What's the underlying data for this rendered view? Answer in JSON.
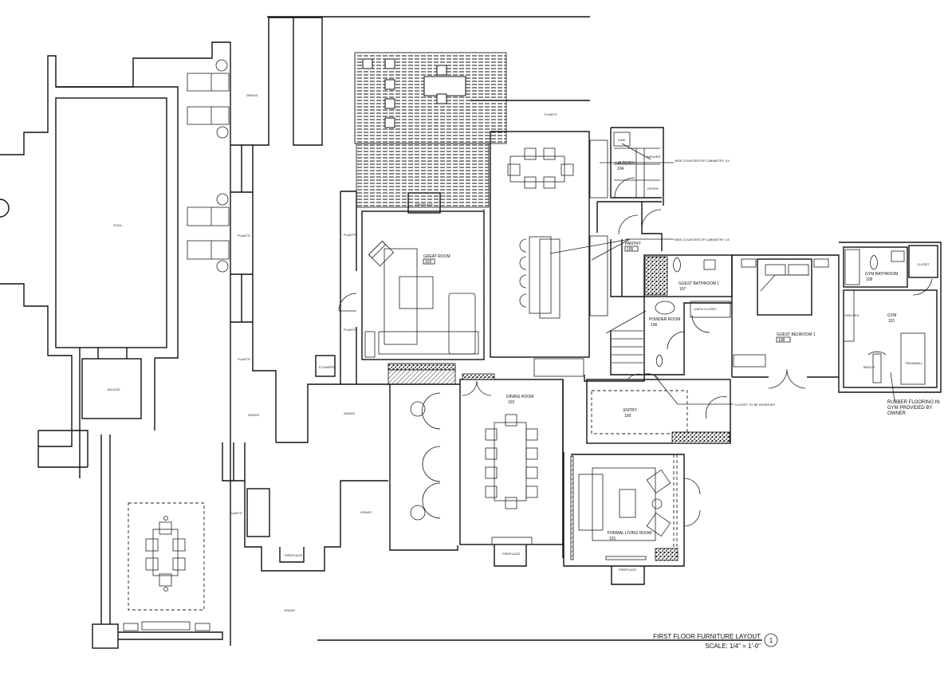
{
  "drawing": {
    "title": "FIRST FLOOR FURNITURE LAYOUT",
    "scale": "SCALE: 1/4\" = 1'-0\"",
    "callout_number": "1"
  },
  "rooms": {
    "great_room": {
      "name": "GREAT ROOM",
      "number": "103"
    },
    "laundry": {
      "name": "LAUNDRY",
      "number": "104"
    },
    "pantry": {
      "name": "PANTRY",
      "number": "105"
    },
    "powder_room": {
      "name": "POWDER ROOM",
      "number": "106"
    },
    "guest_bathroom": {
      "name": "GUEST BATHROOM 1",
      "number": "107"
    },
    "guest_bedroom": {
      "name": "GUEST BEDROOM 1",
      "number": "108"
    },
    "gym_bathroom": {
      "name": "GYM BATHROOM",
      "number": "109"
    },
    "gym": {
      "name": "GYM",
      "number": "110"
    },
    "dining_room": {
      "name": "DINING ROOM",
      "number": "102"
    },
    "entry": {
      "name": "ENTRY",
      "number": "100"
    },
    "formal_living": {
      "name": "FORMAL LIVING ROOM",
      "number": "101"
    }
  },
  "site_labels": {
    "pool": "POOL",
    "jacuzzi": "JACUZZI",
    "grass_1": "GRASS",
    "grass_2": "GRASS",
    "grass_3": "GRASS",
    "grass_4": "GRASS",
    "grass_5": "GRASS",
    "plants_1": "PLANTS",
    "plants_2": "PLANTS",
    "plants_3": "PLANTS",
    "plants_4": "PLANTS",
    "plants_5": "PLANTS",
    "plants_6": "PLANTS",
    "flowers": "FLOWERS",
    "fireplace_1": "FIREPLACE",
    "fireplace_2": "FIREPLACE",
    "fireplace_3": "FIREPLACE",
    "fireplace_4": "FIREPLACE",
    "closet": "CLOSET",
    "linen": "LINEN CLOSET",
    "washer": "WASHER",
    "dryer": "DRYER",
    "sink": "SINK",
    "bench": "BENCH",
    "treadmill": "TREADMILL",
    "shelves": "SHELVES"
  },
  "notes": {
    "countertop_1": "NEW COUNTERTOP CABINETRY 1/4",
    "countertop_2": "NEW COUNTERTOP CABINETRY 1/4",
    "closet_note": "CLOSET TO BE REMOVED",
    "gym_note": "RUBBER FLOORING IN GYM PROVIDED BY OWNER"
  }
}
